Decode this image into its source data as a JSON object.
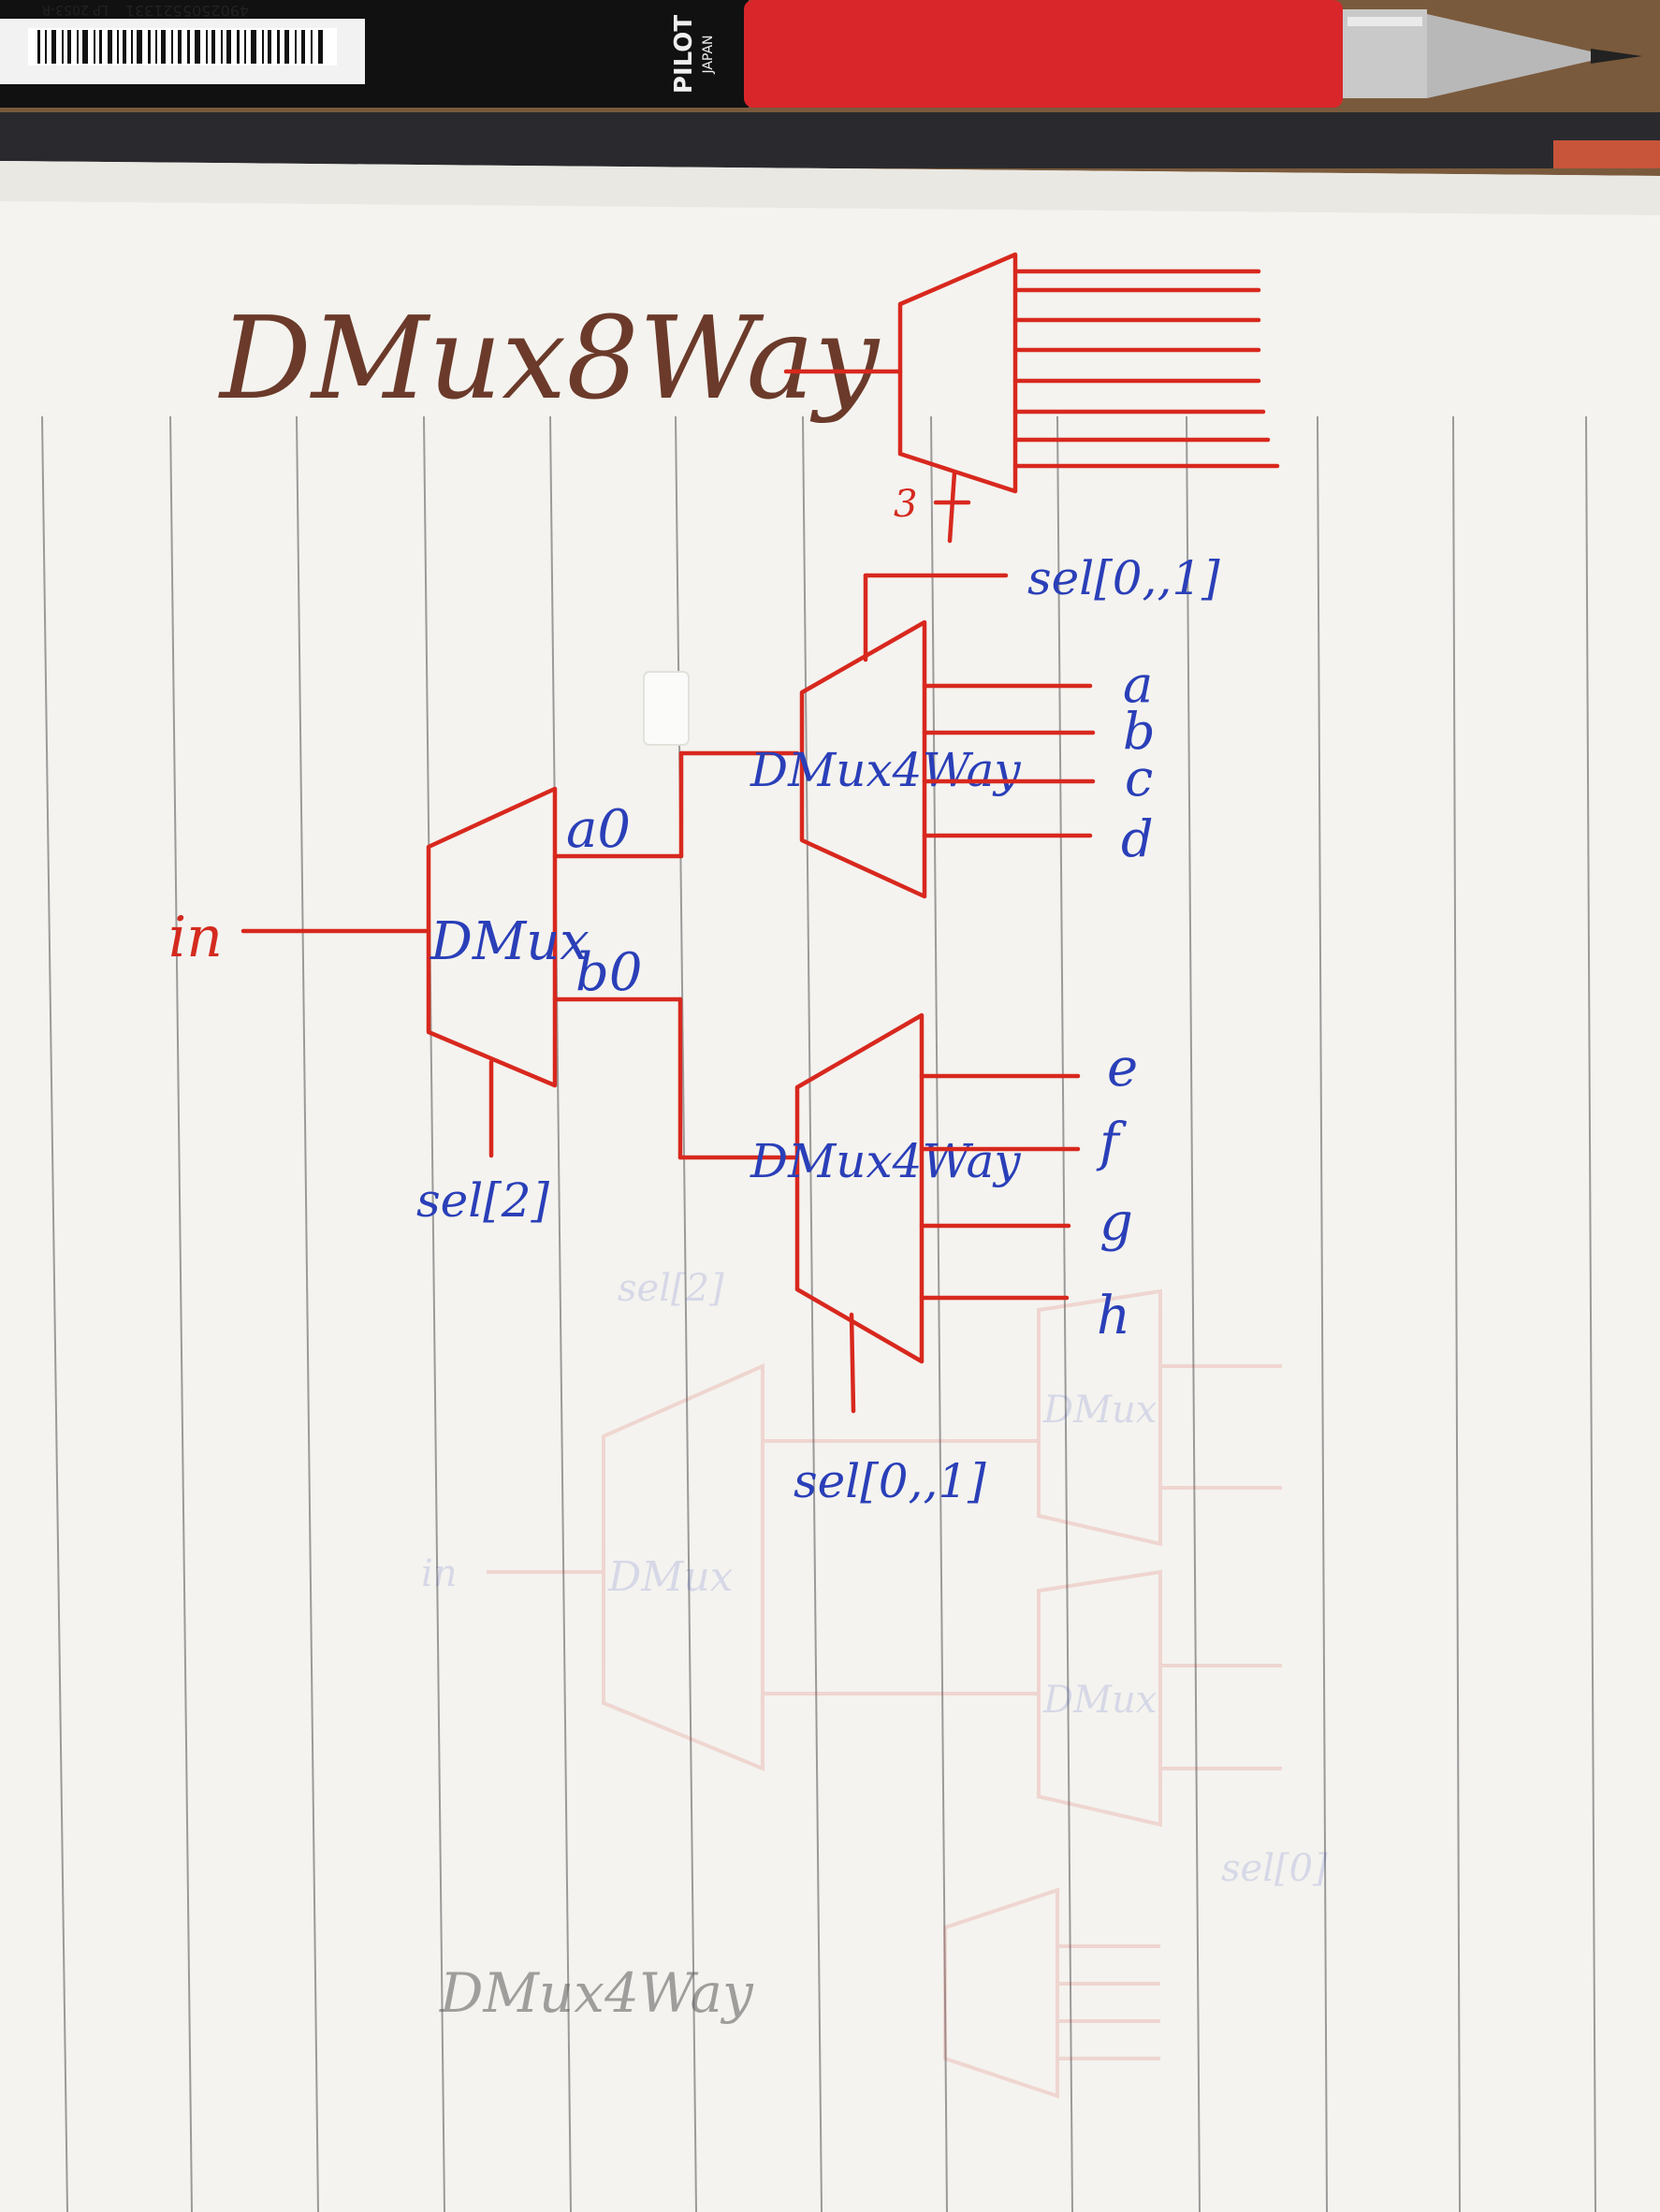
{
  "pen": {
    "brand": "PILOT",
    "origin": "JAPAN",
    "barcode_number": "4902505521331",
    "code": "LP 2053-R",
    "body_color": "#111111",
    "cap_color": "#d8262a"
  },
  "title": "DMux8Way",
  "top_symbol": {
    "select_width": "3"
  },
  "circuit": {
    "input_label": "in",
    "dmux": {
      "label": "DMux",
      "select": "sel[2]",
      "outputs": [
        "a0",
        "b0"
      ]
    },
    "dmux4way_top": {
      "label": "DMux4Way",
      "select": "sel[0,,1]",
      "outputs": [
        "a",
        "b",
        "c",
        "d"
      ]
    },
    "dmux4way_bottom": {
      "label": "DMux4Way",
      "select": "sel[0,,1]",
      "outputs": [
        "e",
        "f",
        "g",
        "h"
      ]
    }
  },
  "ghost": {
    "labels": [
      "DMux",
      "DMux",
      "DMux",
      "in",
      "sel[2]",
      "sel[0]",
      "DMux4Way"
    ]
  },
  "colors": {
    "red_ink": "#d8281e",
    "blue_ink": "#2a3fb8",
    "title_ink": "#6b3a2a",
    "paper": "#f4f3ef"
  }
}
